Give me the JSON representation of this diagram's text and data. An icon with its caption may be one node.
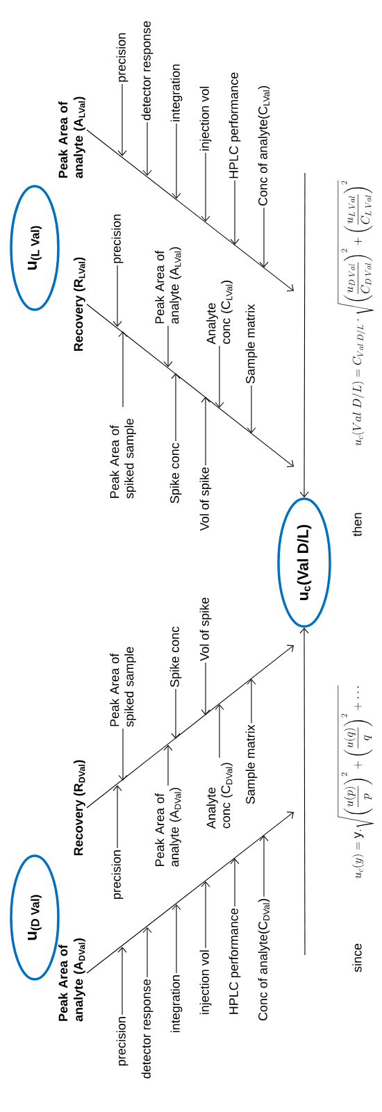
{
  "diagram": {
    "nodes": [
      {
        "text": [
          "\\text{u}_{\\text{(D Val)}}"
        ]
      },
      {
        "text": [
          "Peak Area of analyte (A$_{DVal}$)"
        ]
      },
      {
        "text": [
          "precision"
        ]
      },
      {
        "text": [
          "detector response"
        ]
      },
      {
        "text": [
          "integration"
        ]
      },
      {
        "text": [
          "injection vol"
        ]
      },
      {
        "text": [
          "HPLC performance"
        ]
      },
      {
        "text": [
          "Conc of analyte(C$_{DVal}$)"
        ]
      },
      {
        "text": [
          "Recovery (R$_{DVal}$)"
        ]
      },
      {
        "text": [
          "precision"
        ]
      },
      {
        "text": [
          "Peak Area of analyte (A$_{DVal}$)"
        ]
      },
      {
        "text": [
          "Analyte conc (C$_{DVal}$)"
        ]
      },
      {
        "text": [
          "Sample matrix"
        ]
      },
      {
        "text": [
          "Peak Area of spiked sample"
        ]
      },
      {
        "text": [
          "Spike conc"
        ]
      },
      {
        "text": [
          "Vol of spike"
        ]
      },
      {
        "text": [
          "u$_{c}$(Val D/L)"
        ]
      },
      {
        "text": [
          "Recovery (R$_{LVal}$)"
        ]
      },
      {
        "text": [
          "precision"
        ]
      },
      {
        "text": [
          "Peak Area of analyte (A$_{LVal}$)"
        ]
      },
      {
        "text": [
          "Analyte conc (C$_{LVal}$)"
        ]
      },
      {
        "text": [
          "Sample matrix"
        ]
      },
      {
        "text": [
          "Peak Area of spiked sample"
        ]
      },
      {
        "text": [
          "Spike conc"
        ]
      },
      {
        "text": [
          "Vol of spike"
        ]
      },
      {
        "text": [
          "\\text{u}_{\\text{(L Val)}}"
        ]
      },
      {
        "text": [
          "Peak Area of analyte (A$_{LVal}$)"
        ]
      },
      {
        "text": [
          "precision"
        ]
      },
      {
        "text": [
          "detector response"
        ]
      },
      {
        "text": [
          "integration"
        ]
      },
      {
        "text": [
          "injection vol"
        ]
      },
      {
        "text": [
          "HPLC performance"
        ]
      },
      {
        "text": [
          "Conc of analyte(C$_{LVal}$)"
        ]
      }
    ],
    "edges": [
      {
        "from": null,
        "to": 16,
        "arrow": "to"
      },
      {
        "from": null,
        "to": 16,
        "arrow": "to"
      },
      {
        "from": 1,
        "to": null,
        "arrow": "to"
      },
      {
        "from": 2,
        "to": null,
        "arrow": "to"
      },
      {
        "from": 3,
        "to": null,
        "arrow": "to"
      },
      {
        "from": 4,
        "to": null,
        "arrow": "to"
      },
      {
        "from": 5,
        "to": null,
        "arrow": "to"
      },
      {
        "from": 6,
        "to": null,
        "arrow": "to"
      },
      {
        "from": 7,
        "to": null,
        "arrow": "to"
      },
      {
        "from": 8,
        "to": null,
        "arrow": "to"
      },
      {
        "from": 9,
        "to": null,
        "arrow": "to"
      },
      {
        "from": 10,
        "to": null,
        "arrow": "to"
      },
      {
        "from": 11,
        "to": null,
        "arrow": "to"
      },
      {
        "from": 12,
        "to": null,
        "arrow": "to"
      },
      {
        "from": 13,
        "to": null,
        "arrow": "to"
      },
      {
        "from": 14,
        "to": null,
        "arrow": "to"
      },
      {
        "from": 15,
        "to": null,
        "arrow": "to"
      },
      {
        "from": 17,
        "to": null,
        "arrow": "to"
      },
      {
        "from": 18,
        "to": null,
        "arrow": "to"
      },
      {
        "from": 19,
        "to": null,
        "arrow": "to"
      },
      {
        "from": 20,
        "to": null,
        "arrow": "to"
      },
      {
        "from": 21,
        "to": null,
        "arrow": "to"
      },
      {
        "from": 22,
        "to": null,
        "arrow": "to"
      },
      {
        "from": 23,
        "to": null,
        "arrow": "to"
      },
      {
        "from": 24,
        "to": null,
        "arrow": "to"
      },
      {
        "from": 26,
        "to": null,
        "arrow": "to"
      },
      {
        "from": 27,
        "to": null,
        "arrow": "to"
      },
      {
        "from": 28,
        "to": null,
        "arrow": "to"
      },
      {
        "from": 29,
        "to": null,
        "arrow": "to"
      },
      {
        "from": 30,
        "to": null,
        "arrow": "to"
      },
      {
        "from": 31,
        "to": null,
        "arrow": "to"
      },
      {
        "from": 32,
        "to": null,
        "arrow": "to"
      }
    ],
    "labels": [
      "since",
      "u_c(y) = \\mathrm{y}.\\sqrt{\\left(\\frac{u(p)}{p}\\right)^2+\\left(\\frac{u(q)}{q}\\right)^2+\\cdots}",
      "then",
      "u_c(Val\\;D/L) = C_{Val\\;D/L}\\cdot\\sqrt{\\left(\\frac{u_{D\\;Val}}{C_{D\\;Val}}\\right)^2+\\left(\\frac{u_{L\\;Val}}{C_{L\\;Val}}\\right)^2}"
    ]
  }
}
